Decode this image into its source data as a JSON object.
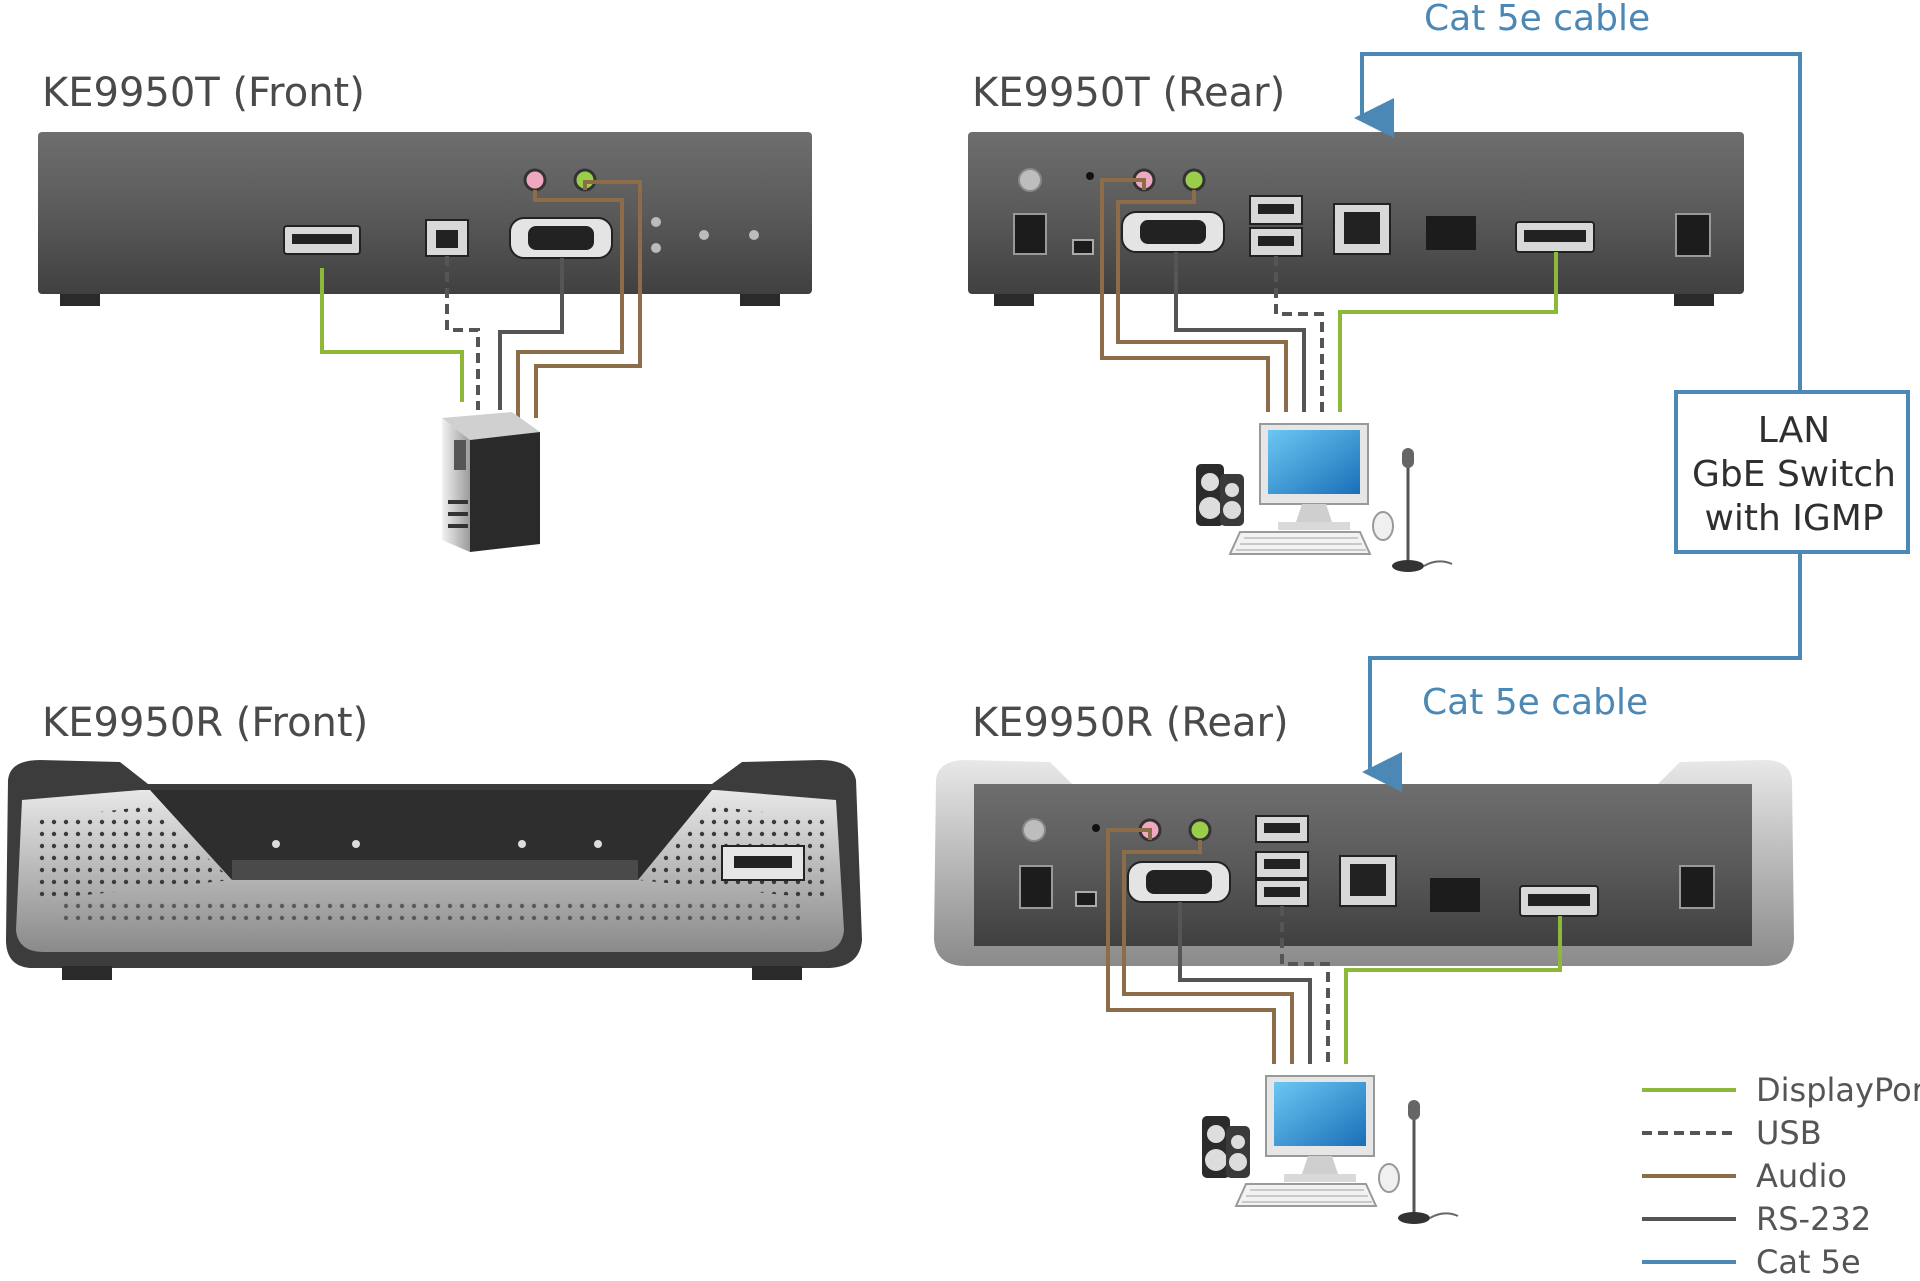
{
  "titles": {
    "tx_front": "KE9950T (Front)",
    "tx_rear": "KE9950T (Rear)",
    "rx_front": "KE9950R (Front)",
    "rx_rear": "KE9950R (Rear)"
  },
  "cable_labels": {
    "top": "Cat 5e cable",
    "bottom": "Cat 5e cable"
  },
  "switch": {
    "line1": "LAN",
    "line2": "GbE Switch",
    "line3": "with IGMP"
  },
  "legend": [
    {
      "label": "DisplayPort",
      "color": "#8db83a",
      "style": "solid"
    },
    {
      "label": "USB",
      "color": "#555555",
      "style": "dashed"
    },
    {
      "label": "Audio",
      "color": "#8c6d4a",
      "style": "solid"
    },
    {
      "label": "RS-232",
      "color": "#555555",
      "style": "solid"
    },
    {
      "label": "Cat 5e",
      "color": "#4b88b5",
      "style": "solid"
    }
  ],
  "colors": {
    "displayport": "#8db83a",
    "usb": "#555555",
    "audio": "#8c6d4a",
    "rs232": "#555555",
    "cat5e": "#4b88b5",
    "device_body": "#5b5b5b"
  },
  "icons": {
    "tx_source": "desktop-computer-icon",
    "tx_console": "monitor-keyboard-speakers-mic-icon",
    "rx_console": "monitor-keyboard-speakers-mic-icon"
  }
}
